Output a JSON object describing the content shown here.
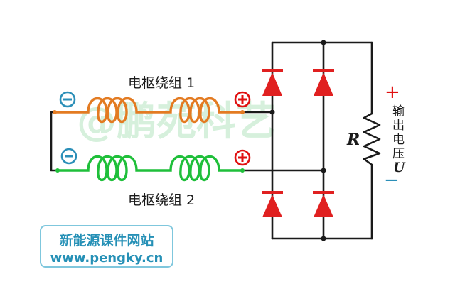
{
  "diagram": {
    "winding1_label": "电枢绕组 1",
    "winding2_label": "电枢绕组 2",
    "resistor_label": "R",
    "output_label_chars": [
      "输",
      "出",
      "电",
      "压"
    ],
    "output_symbol": "U",
    "plus_sign": "+",
    "minus_sign": "−",
    "terminal_minus": "⊖",
    "terminal_plus": "⊕",
    "watermark": "@鹏苑科艺"
  },
  "site_box": {
    "line1": "新能源课件网站",
    "line2": "www.pengky.cn"
  },
  "colors": {
    "winding1": "#e37b22",
    "winding2": "#1fbf3a",
    "minus_terminal": "#2b8fb8",
    "plus_terminal": "#e01010",
    "diode": "#e02020",
    "wire": "#1a1a1a",
    "watermark": "#c9ecd1",
    "site_text": "#2590b6"
  }
}
